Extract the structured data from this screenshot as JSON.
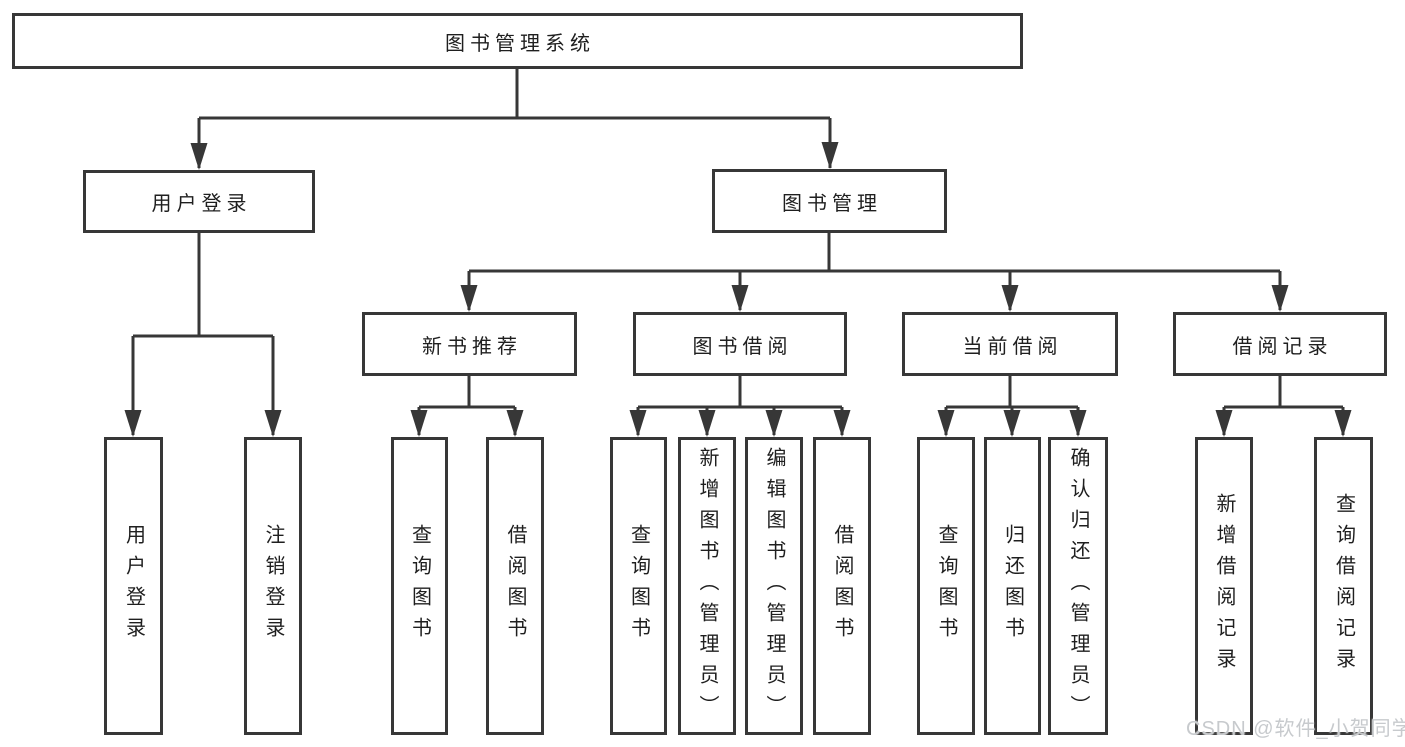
{
  "tree": {
    "label": "图书管理系统",
    "children": [
      {
        "label": "用户登录",
        "children": [
          {
            "label": "用户登录"
          },
          {
            "label": "注销登录"
          }
        ]
      },
      {
        "label": "图书管理",
        "children": [
          {
            "label": "新书推荐",
            "children": [
              {
                "label": "查询图书"
              },
              {
                "label": "借阅图书"
              }
            ]
          },
          {
            "label": "图书借阅",
            "children": [
              {
                "label": "查询图书"
              },
              {
                "label": "新增图书（管理员）"
              },
              {
                "label": "编辑图书（管理员）"
              },
              {
                "label": "借阅图书"
              }
            ]
          },
          {
            "label": "当前借阅",
            "children": [
              {
                "label": "查询图书"
              },
              {
                "label": "归还图书"
              },
              {
                "label": "确认归还（管理员）"
              }
            ]
          },
          {
            "label": "借阅记录",
            "children": [
              {
                "label": "新增借阅记录"
              },
              {
                "label": "查询借阅记录"
              }
            ]
          }
        ]
      }
    ]
  },
  "watermark": {
    "text": "CSDN @软件_小贺同学"
  },
  "colors": {
    "line": "#373737",
    "text": "#1f1f1f",
    "node_background": "#ffffff",
    "watermark": "#c4c7ca",
    "background": "#ffffff"
  }
}
